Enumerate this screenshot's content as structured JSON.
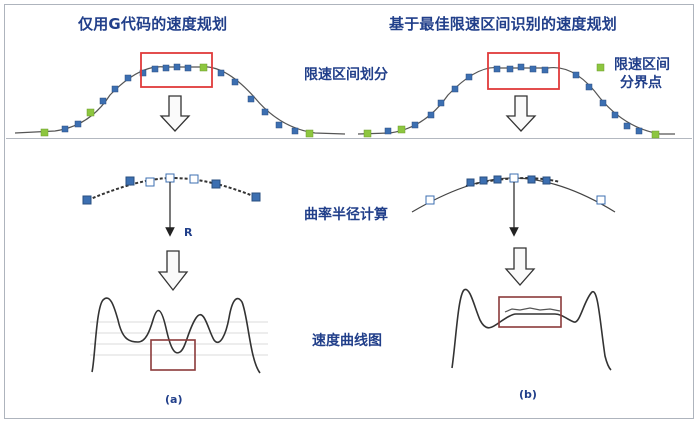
{
  "left_panel": {
    "title": "仅用G代码的速度规划",
    "caption": "(a)"
  },
  "right_panel": {
    "title": "基于最佳限速区间识别的速度规划",
    "caption": "(b)"
  },
  "row_labels": {
    "partition": "限速区间划分",
    "curvature": "曲率半径计算",
    "speed_curve": "速度曲线图"
  },
  "boundary_label_line1": "限速区间",
  "boundary_label_line2": "分界点",
  "radius_label": "R",
  "colors": {
    "title": "#213f8a",
    "blue_point": "#3c6fb1",
    "green_point": "#8dc63f",
    "red_box": "#e03a3a",
    "brown_box": "#8b3a3a"
  }
}
